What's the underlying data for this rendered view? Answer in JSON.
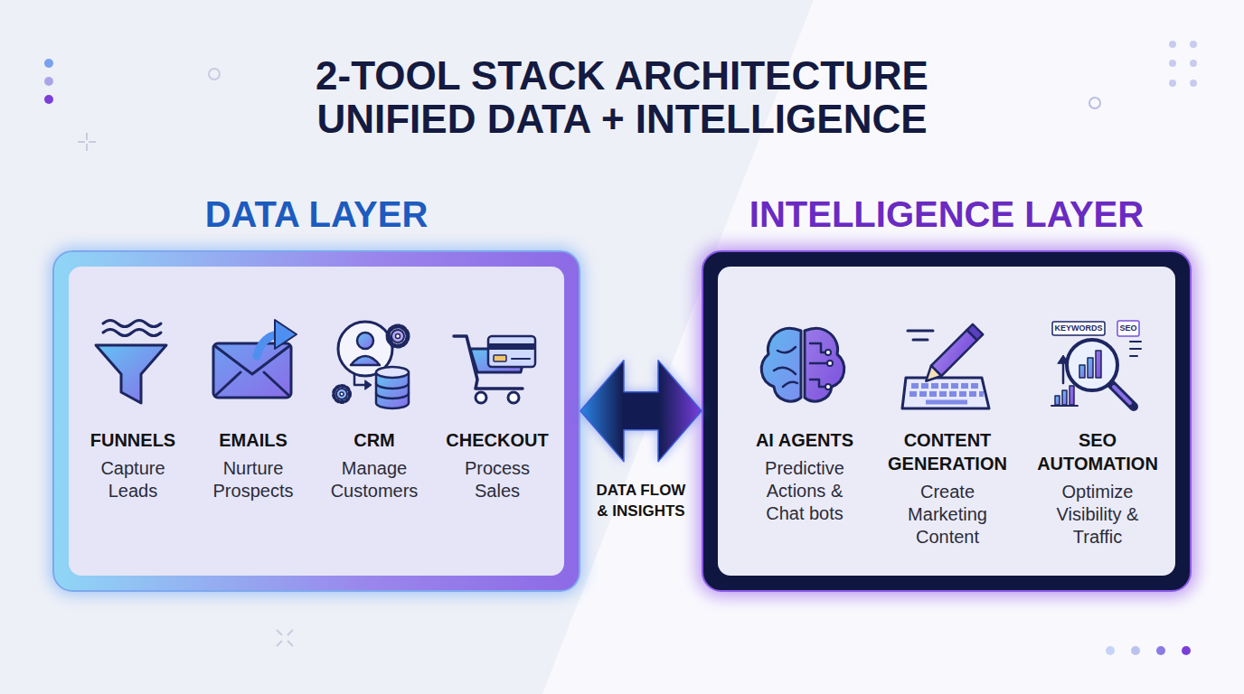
{
  "diagram": {
    "title": "2-TOOL STACK ARCHITECTURE UNIFIED DATA + INTELLIGENCE",
    "nodes": [
      {
        "text": [
          "DATA LAYER"
        ]
      },
      {
        "text": [
          "FUNNELS",
          "Capture Leads"
        ],
        "in": 0
      },
      {
        "text": [
          "EMAILS",
          "Nurture Prospects"
        ],
        "in": 0
      },
      {
        "text": [
          "CRM",
          "Manage Customers"
        ],
        "in": 0
      },
      {
        "text": [
          "CHECKOUT",
          "Process Sales"
        ],
        "in": 0
      },
      {
        "text": [
          "INTELLIGENCE LAYER"
        ]
      },
      {
        "text": [
          "AI AGENTS",
          "Predictive Actions & Chat bots"
        ],
        "in": 5
      },
      {
        "text": [
          "CONTENT GENERATION",
          "Create Marketing Content"
        ],
        "in": 5
      },
      {
        "text": [
          "SEO AUTOMATION",
          "Optimize Visibility & Traffic"
        ],
        "in": 5
      }
    ],
    "edges": [
      {
        "from": 0,
        "to": 5,
        "label": "DATA FLOW & INSIGHTS",
        "arrow": "both"
      }
    ],
    "labels": [
      "KEYWORDS",
      "SEO"
    ]
  }
}
